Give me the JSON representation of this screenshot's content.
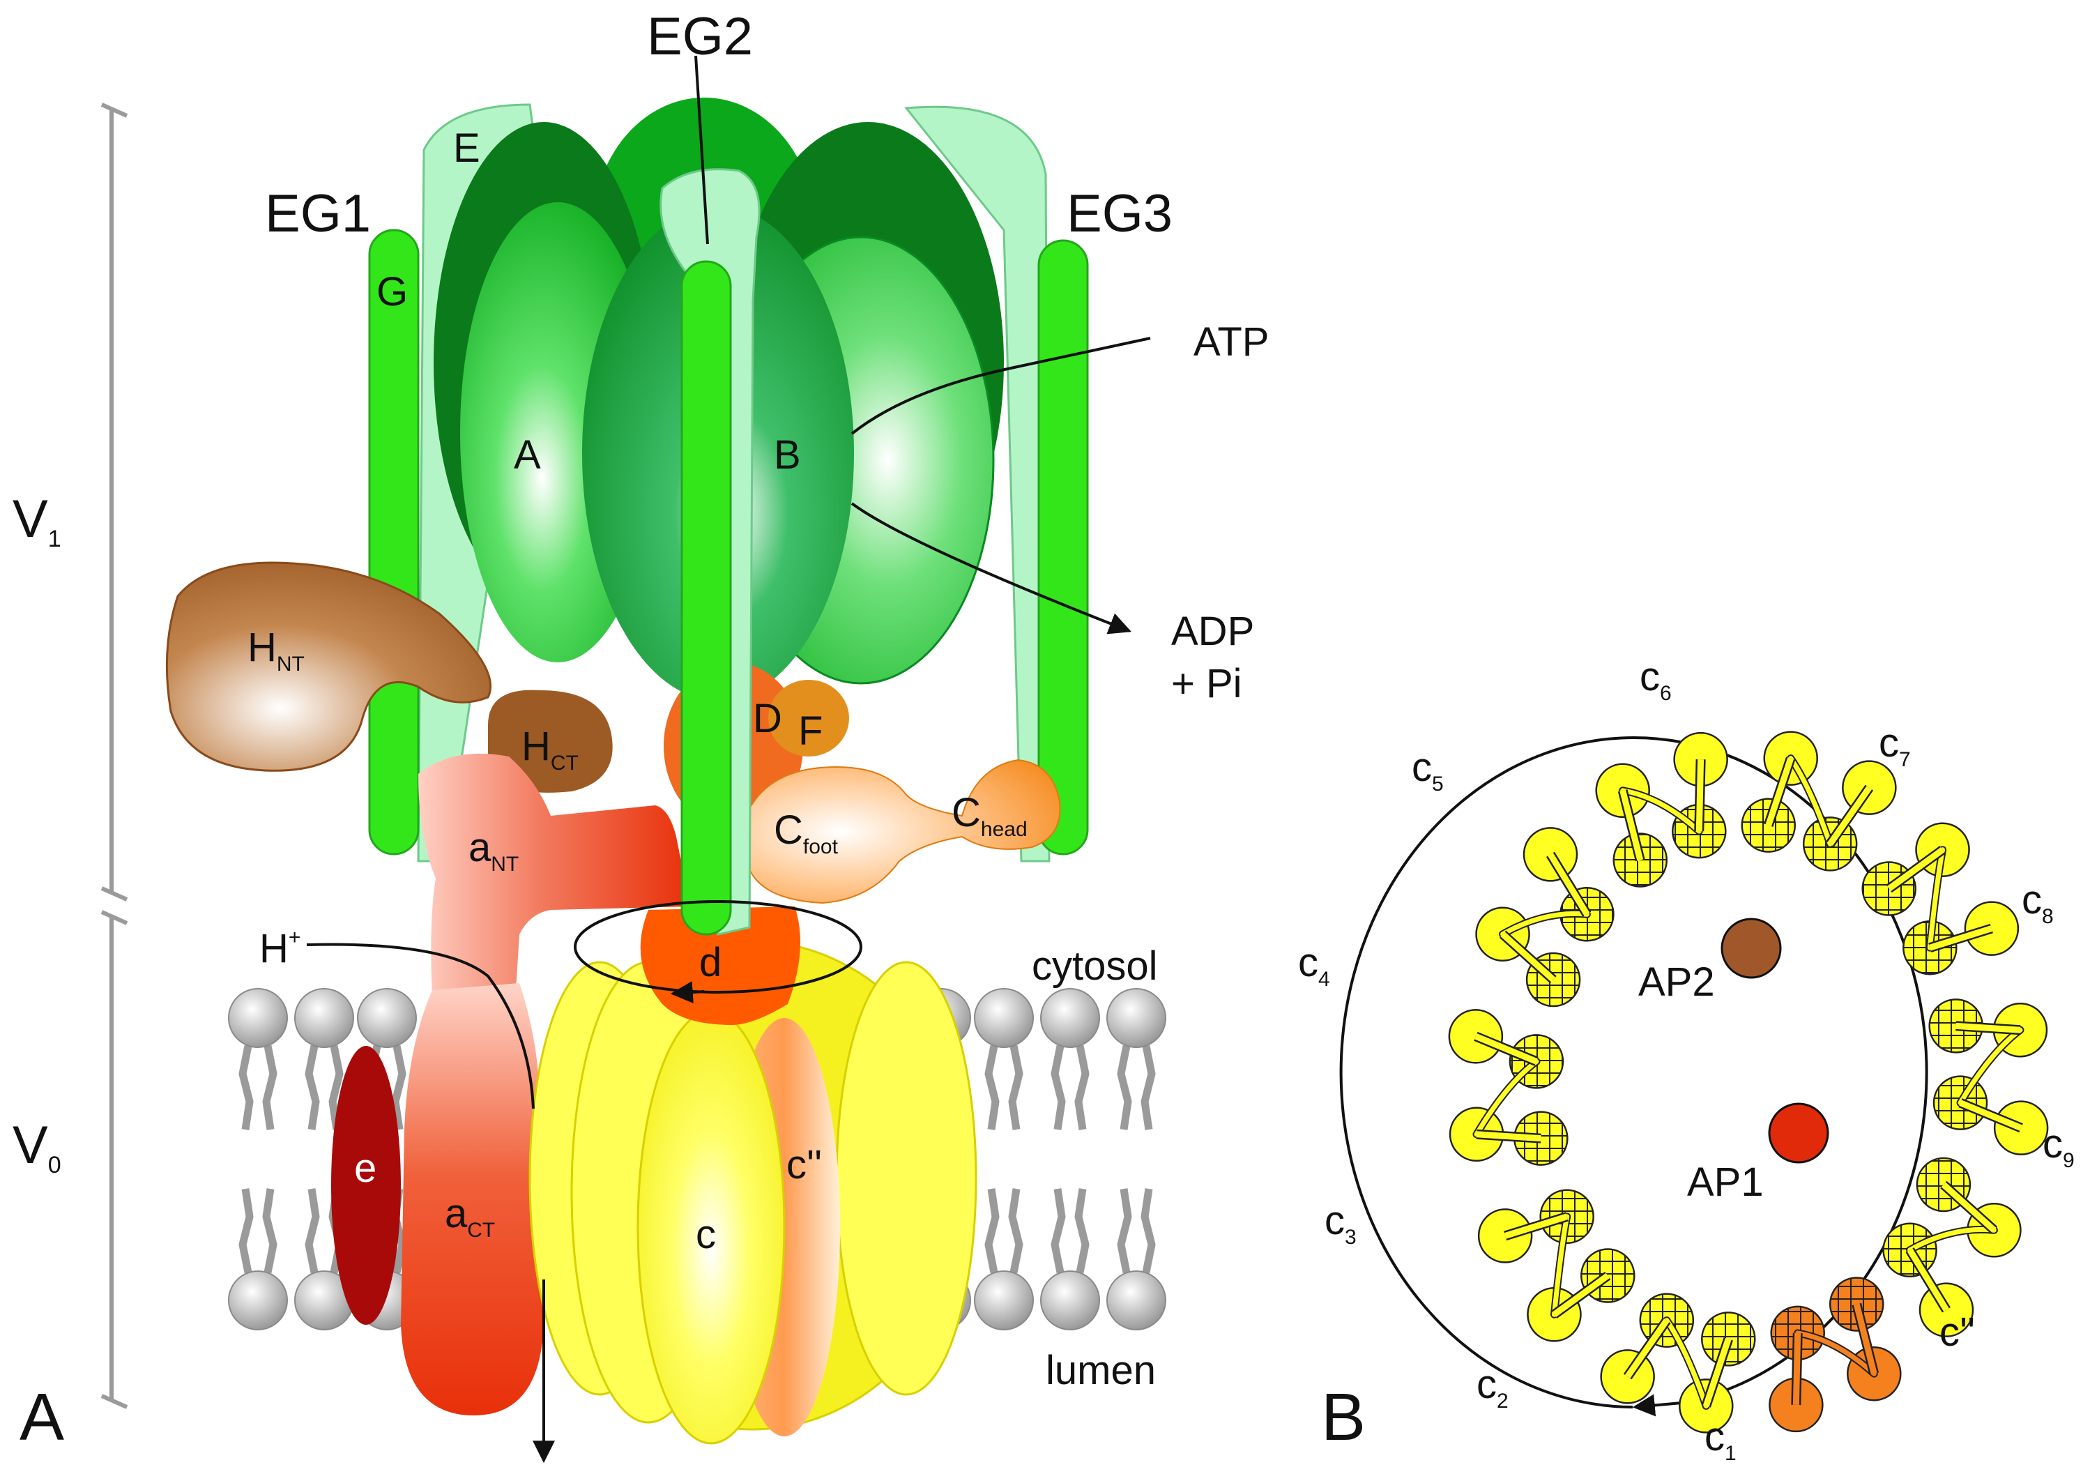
{
  "panel_a": {
    "letter": "A",
    "sector_v1": {
      "main": "V",
      "sub": "1"
    },
    "sector_v0": {
      "main": "V",
      "sub": "0"
    },
    "eg1": "EG1",
    "eg2": "EG2",
    "eg3": "EG3",
    "e_stalk": "E",
    "g_stalk": "G",
    "sub_a": "A",
    "sub_b": "B",
    "atp": "ATP",
    "adp": "ADP",
    "pi": "+ Pi",
    "h_nt": {
      "main": "H",
      "sub": "NT"
    },
    "h_ct": {
      "main": "H",
      "sub": "CT"
    },
    "sub_d_upper": "D",
    "sub_f": "F",
    "a_nt": {
      "main": "a",
      "sub": "NT"
    },
    "c_foot": {
      "main": "C",
      "sub": "foot"
    },
    "c_head": {
      "main": "C",
      "sub": "head"
    },
    "proton": {
      "main": "H",
      "sup": "+"
    },
    "sub_d": "d",
    "cytosol": "cytosol",
    "lumen": "lumen",
    "sub_e": "e",
    "a_ct": {
      "main": "a",
      "sub": "CT"
    },
    "ring_c": "c",
    "ring_c2": "c''"
  },
  "panel_b": {
    "letter": "B",
    "ap1": "AP1",
    "ap2": "AP2",
    "c_labels": [
      {
        "main": "c",
        "sub": "1"
      },
      {
        "main": "c",
        "sub": "2"
      },
      {
        "main": "c",
        "sub": "3"
      },
      {
        "main": "c",
        "sub": "4"
      },
      {
        "main": "c",
        "sub": "5"
      },
      {
        "main": "c",
        "sub": "6"
      },
      {
        "main": "c",
        "sub": "7"
      },
      {
        "main": "c",
        "sub": "8"
      },
      {
        "main": "c",
        "sub": "9"
      }
    ],
    "c_double_prime": "c''"
  },
  "colors": {
    "green_dark": "#0a7a1a",
    "green_mid": "#1fbf2a",
    "green_bright": "#33e61a",
    "green_pale": "#b4f5c8",
    "brown": "#9c5a25",
    "red": "#e8300a",
    "dark_red": "#a80a0a",
    "orange": "#f58a1e",
    "yellow": "#ffff55",
    "gray": "#9a9a9a",
    "ap1": "#e02a0a",
    "ap2": "#a0582a"
  }
}
